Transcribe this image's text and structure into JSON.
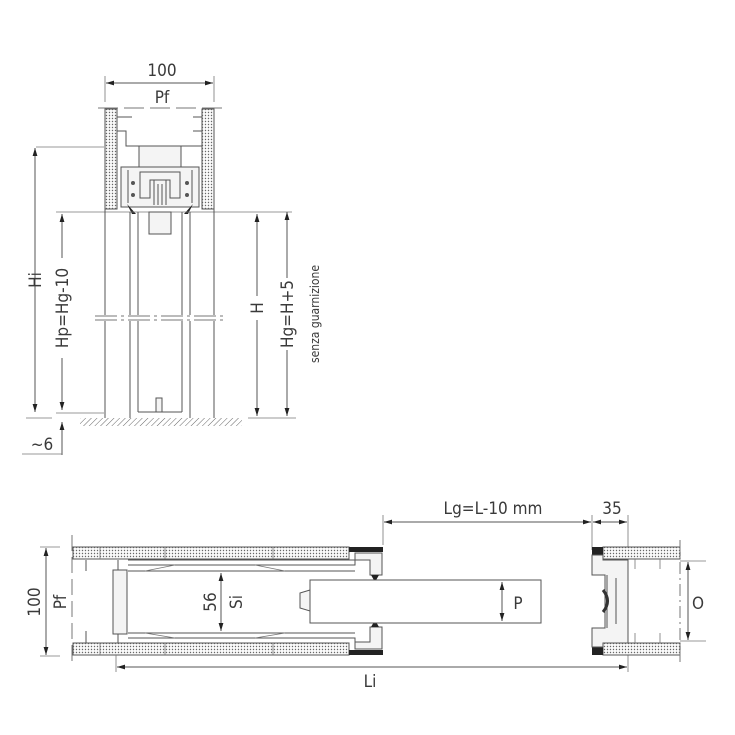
{
  "section_view": {
    "width_label": "100",
    "wall_label": "Pf",
    "height_total_label": "Hi",
    "panel_height_label": "Hp=Hg-10",
    "opening_height_label": "H",
    "clear_height_label": "Hg=H+5",
    "clear_height_note": "senza guarnizione",
    "floor_gap_label": "~6"
  },
  "plan_view": {
    "wall_width_label": "100",
    "wall_label": "Pf",
    "inner_gap_label": "56",
    "inner_label": "Si",
    "door_label": "P",
    "clear_width_label": "Lg=L-10 mm",
    "jamb_label": "35",
    "opening_label": "O",
    "total_length_label": "Li"
  },
  "colors": {
    "line": "#555555",
    "text": "#3a3a3a",
    "fill_dark": "#222222"
  }
}
